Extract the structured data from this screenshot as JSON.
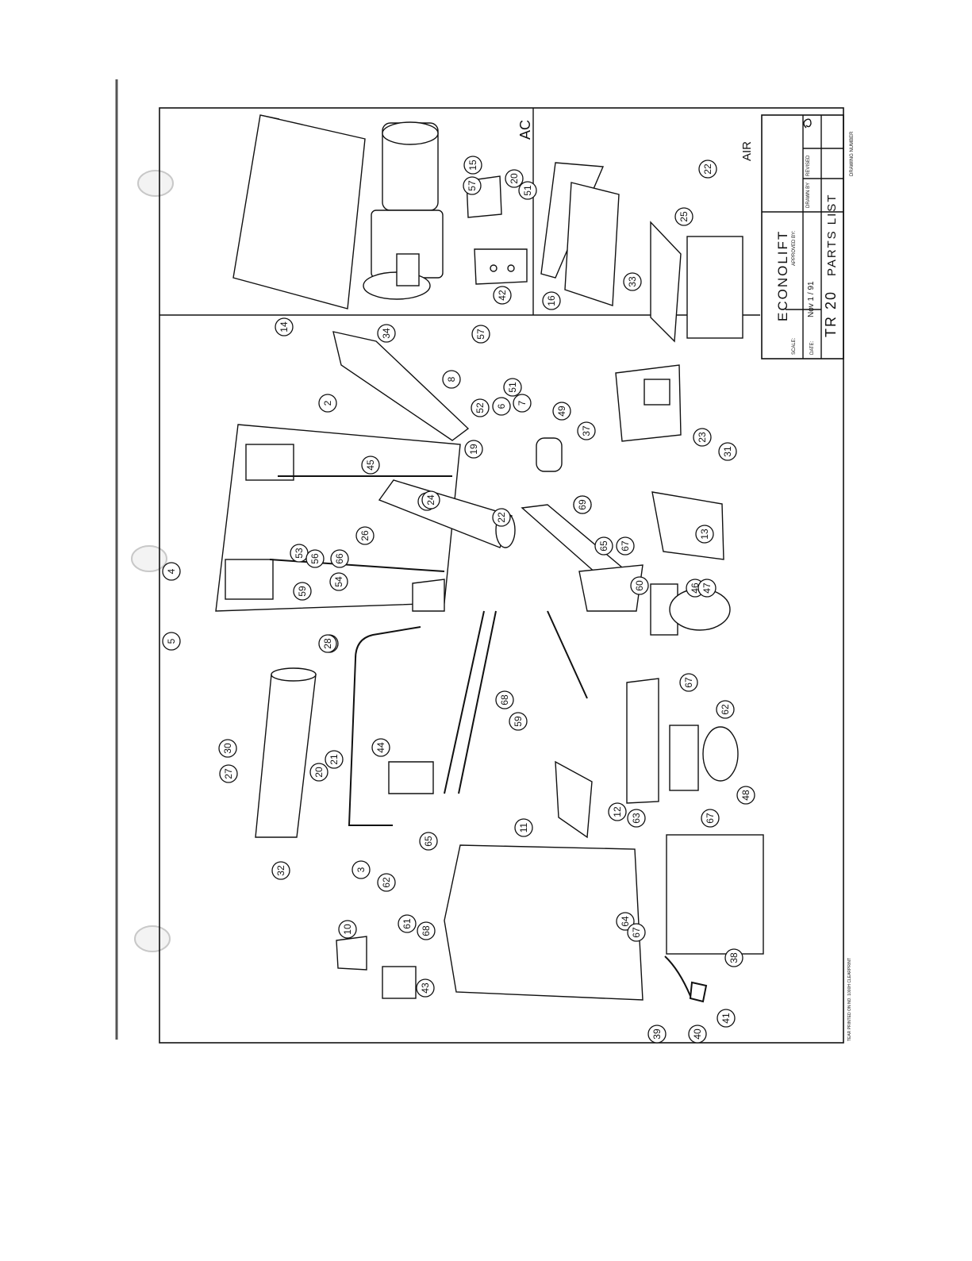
{
  "title_block": {
    "company": "ECONOLIFT",
    "scale_label": "SCALE:",
    "date_label": "DATE:",
    "date_value": "Nov 1 / 91",
    "approved_label": "APPROVED BY:",
    "drawn_label": "DRAWN BY",
    "revised_label": "REVISED",
    "drawing_number_label": "DRAWING NUMBER",
    "model": "TR 20",
    "sheet_title": "PARTS LIST"
  },
  "section_labels": {
    "ac": "AC",
    "air": "AIR"
  },
  "footer_text": "TEAR   PRINTED ON NO. 1000H CLEARPRINT",
  "callouts": [
    "1",
    "2",
    "3",
    "4",
    "5",
    "6",
    "7",
    "8",
    "10",
    "11",
    "12",
    "13",
    "14",
    "15",
    "16",
    "18",
    "19",
    "20",
    "20",
    "21",
    "22",
    "22",
    "23",
    "23",
    "24",
    "25",
    "26",
    "27",
    "28",
    "30",
    "31",
    "32",
    "33",
    "34",
    "37",
    "38",
    "39",
    "40",
    "41",
    "42",
    "43",
    "44",
    "45",
    "46",
    "47",
    "48",
    "49",
    "51",
    "51",
    "52",
    "53",
    "54",
    "56",
    "57",
    "57",
    "59",
    "59",
    "60",
    "61",
    "62",
    "62",
    "63",
    "64",
    "65",
    "65",
    "66",
    "67",
    "67",
    "67",
    "67",
    "68",
    "68",
    "69"
  ]
}
